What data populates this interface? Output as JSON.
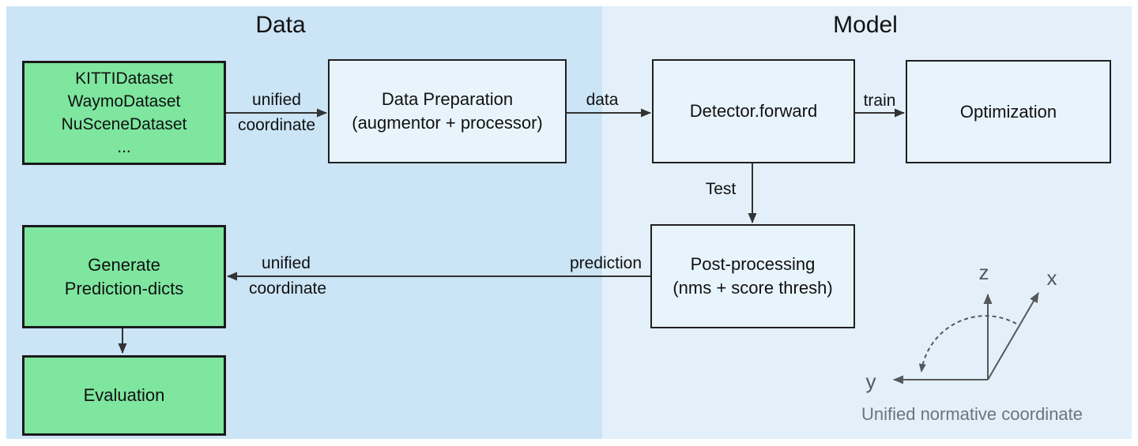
{
  "panels": {
    "data": {
      "title": "Data"
    },
    "model": {
      "title": "Model"
    }
  },
  "boxes": {
    "datasets": {
      "lines": [
        "KITTIDataset",
        "WaymoDataset",
        "NuSceneDataset",
        "..."
      ]
    },
    "data_preparation": {
      "lines": [
        "Data Preparation",
        "(augmentor + processor)"
      ]
    },
    "detector_forward": {
      "label": "Detector.forward"
    },
    "optimization": {
      "label": "Optimization"
    },
    "post_processing": {
      "lines": [
        "Post-processing",
        "(nms + score thresh)"
      ]
    },
    "generate_prediction": {
      "lines": [
        "Generate",
        "Prediction-dicts"
      ]
    },
    "evaluation": {
      "label": "Evaluation"
    }
  },
  "edges": {
    "datasets_to_prep": {
      "label_top": "unified",
      "label_bottom": "coordinate"
    },
    "prep_to_detector": {
      "label": "data"
    },
    "detector_to_opt": {
      "label": "train"
    },
    "detector_to_post": {
      "label": "Test"
    },
    "post_to_generate": {
      "label_right": "prediction",
      "label_top": "unified",
      "label_bottom": "coordinate"
    }
  },
  "axes": {
    "z_label": "z",
    "x_label": "x",
    "y_label": "y",
    "caption": "Unified normative coordinate"
  },
  "colors": {
    "panel_data_bg": "#cbe4f6",
    "panel_model_bg": "#e3f0fa",
    "box_light_fill": "#e8f4fc",
    "box_green_fill": "#7ee69f",
    "box_border": "#1f1f1f",
    "arrow": "#333333",
    "axes": "#55585a",
    "caption_text": "#6e7479"
  }
}
